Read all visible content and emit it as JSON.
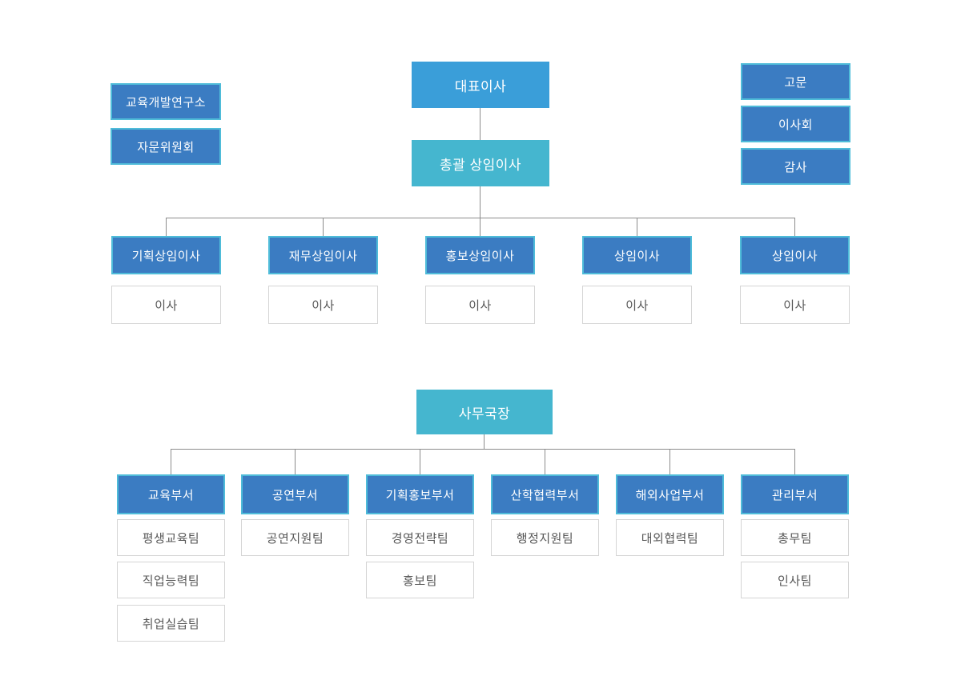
{
  "colors": {
    "ceo_blue": "#3a9ed9",
    "teal": "#45b6cf",
    "dept_blue_fill": "#3b7cc2",
    "dept_blue_border": "#4fbcd9",
    "white_box_border": "#d5d5d5",
    "white_box_text": "#575757",
    "connector_line": "#8c8c8c",
    "filled_box_text": "#ffffff",
    "background": "#ffffff"
  },
  "chart": {
    "ceo": {
      "label": "대표이사"
    },
    "left_units": [
      {
        "label": "교육개발연구소"
      },
      {
        "label": "자문위원회"
      }
    ],
    "right_units": [
      {
        "label": "고문"
      },
      {
        "label": "이사회"
      },
      {
        "label": "감사"
      }
    ],
    "chief_exec": {
      "label": "총괄 상임이사"
    },
    "director_columns": [
      {
        "head": "기획상임이사",
        "sub": "이사"
      },
      {
        "head": "재무상임이사",
        "sub": "이사"
      },
      {
        "head": "홍보상임이사",
        "sub": "이사"
      },
      {
        "head": "상임이사",
        "sub": "이사"
      },
      {
        "head": "상임이사",
        "sub": "이사"
      }
    ],
    "secretary_general": {
      "label": "사무국장"
    },
    "departments": [
      {
        "head": "교육부서",
        "teams": [
          "평생교육팀",
          "직업능력팀",
          "취업실습팀"
        ]
      },
      {
        "head": "공연부서",
        "teams": [
          "공연지원팀"
        ]
      },
      {
        "head": "기획홍보부서",
        "teams": [
          "경영전략팀",
          "홍보팀"
        ]
      },
      {
        "head": "산학협력부서",
        "teams": [
          "행정지원팀"
        ]
      },
      {
        "head": "해외사업부서",
        "teams": [
          "대외협력팀"
        ]
      },
      {
        "head": "관리부서",
        "teams": [
          "총무팀",
          "인사팀"
        ]
      }
    ]
  }
}
